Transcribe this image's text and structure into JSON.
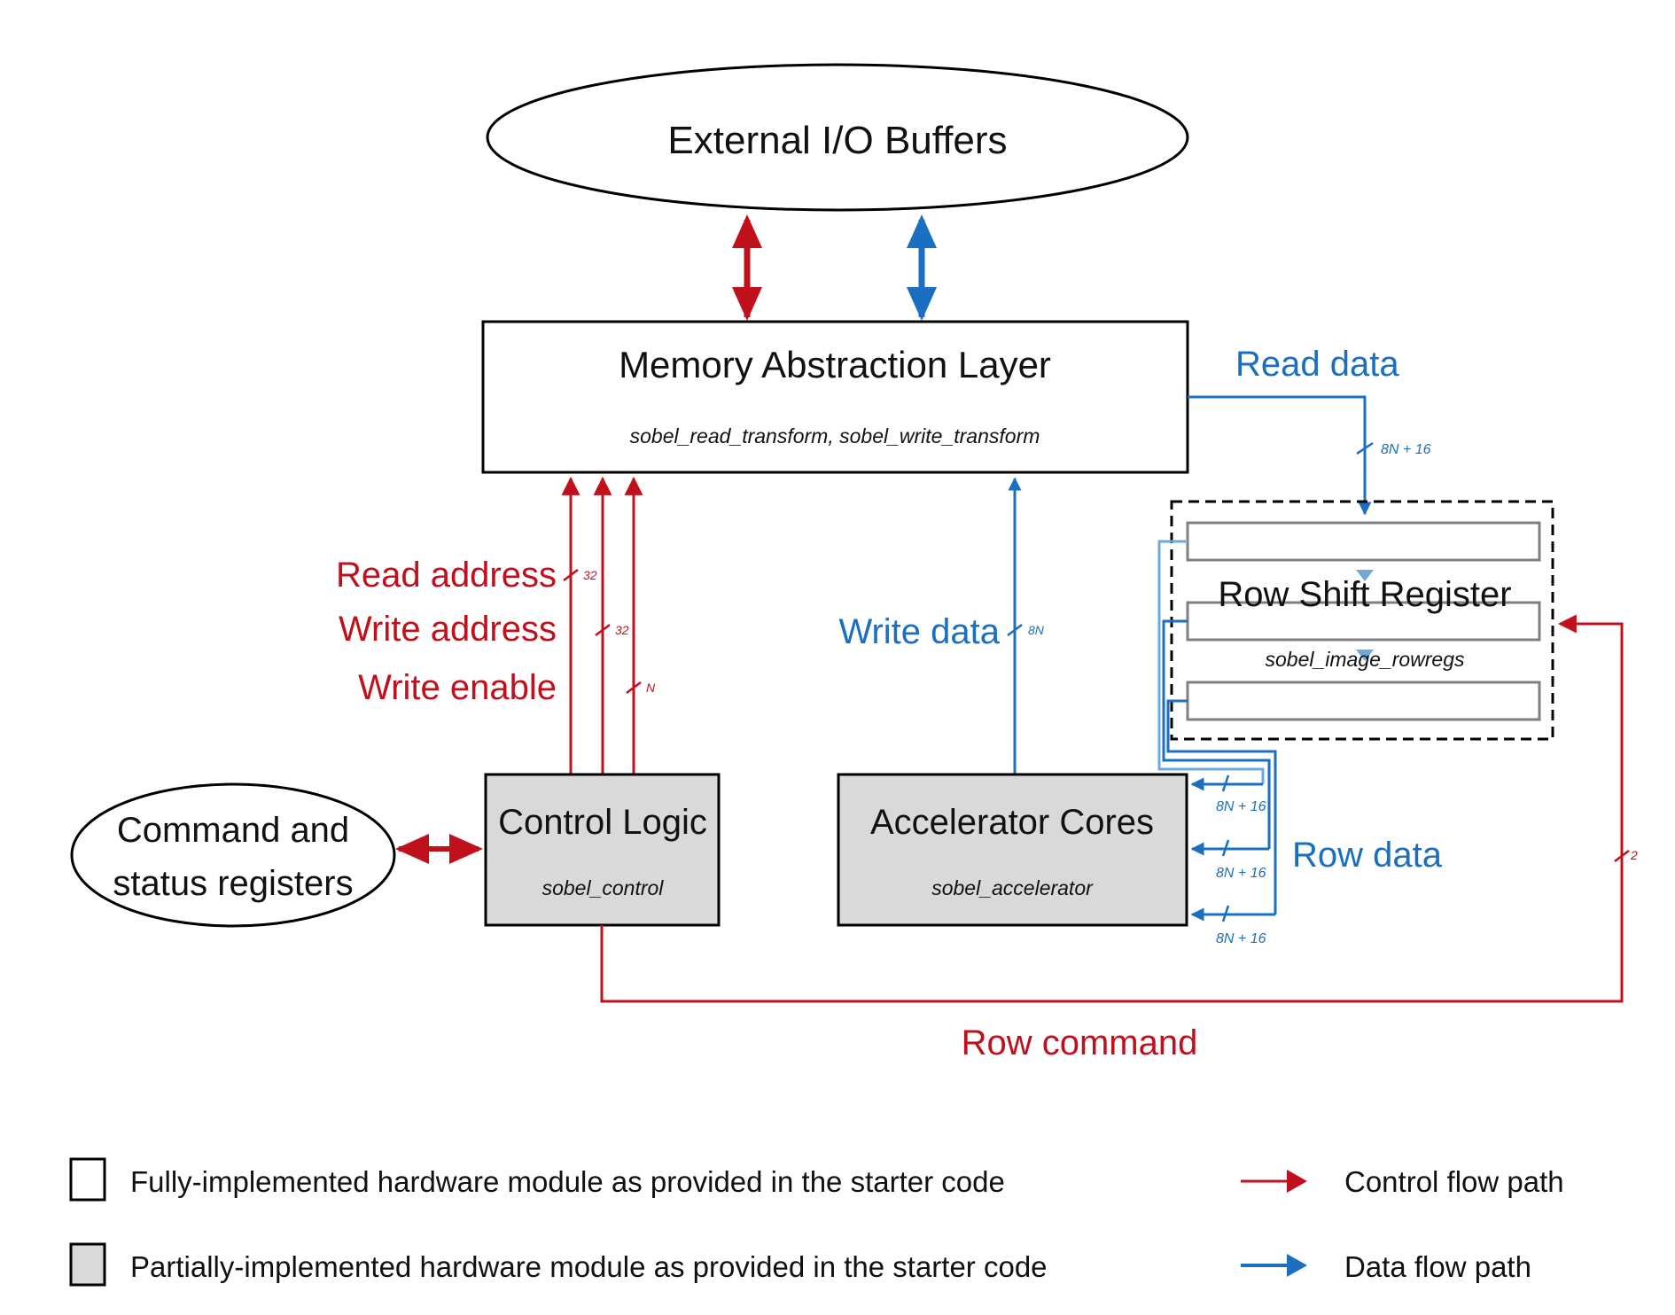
{
  "colors": {
    "control": "#c0101c",
    "data": "#1a6fc0",
    "data_light": "#6fa9dc",
    "box_border": "#000000",
    "partial_fill": "#d9d9d9",
    "register_border": "#7f7f7f"
  },
  "nodes": {
    "io_buffers": {
      "title": "External I/O Buffers"
    },
    "mal": {
      "title": "Memory Abstraction Layer",
      "subtitle": "sobel_read_transform, sobel_write_transform"
    },
    "row_shift": {
      "title": "Row Shift Register",
      "subtitle": "sobel_image_rowregs"
    },
    "cmd_status": {
      "line1": "Command and",
      "line2": "status registers"
    },
    "control": {
      "title": "Control Logic",
      "subtitle": "sobel_control"
    },
    "accel": {
      "title": "Accelerator Cores",
      "subtitle": "sobel_accelerator"
    }
  },
  "signals": {
    "read_data": {
      "label": "Read data",
      "width": "8N + 16"
    },
    "read_address": {
      "label": "Read address",
      "width": "32"
    },
    "write_address": {
      "label": "Write address",
      "width": "32"
    },
    "write_enable": {
      "label": "Write enable",
      "width": "N"
    },
    "write_data": {
      "label": "Write data",
      "width": "8N"
    },
    "row_data": {
      "label": "Row data",
      "widths": [
        "8N + 16",
        "8N + 16",
        "8N + 16"
      ]
    },
    "row_command": {
      "label": "Row command",
      "width": "2"
    }
  },
  "legend": {
    "full": "Fully-implemented hardware module as provided in the starter code",
    "partial": "Partially-implemented hardware module as provided in the starter code",
    "control_flow": "Control flow path",
    "data_flow": "Data flow path"
  }
}
